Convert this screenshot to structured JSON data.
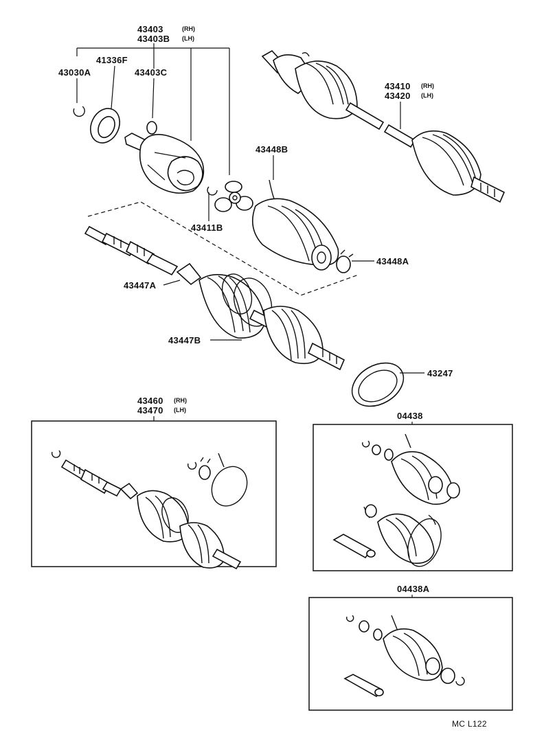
{
  "labels": {
    "p43403": "43403",
    "p43403_rh": "(RH)",
    "p43403b": "43403B",
    "p43403b_lh": "(LH)",
    "p41336f": "41336F",
    "p43030a": "43030A",
    "p43403c": "43403C",
    "p43410": "43410",
    "p43410_rh": "(RH)",
    "p43420": "43420",
    "p43420_lh": "(LH)",
    "p43448b": "43448B",
    "p43411b": "43411B",
    "p43448a": "43448A",
    "p43447a": "43447A",
    "p43447b": "43447B",
    "p43247": "43247",
    "p43460": "43460",
    "p43460_rh": "(RH)",
    "p43470": "43470",
    "p43470_lh": "(LH)",
    "p04438": "04438",
    "p04438a": "04438A",
    "footer": "MC  L122"
  }
}
